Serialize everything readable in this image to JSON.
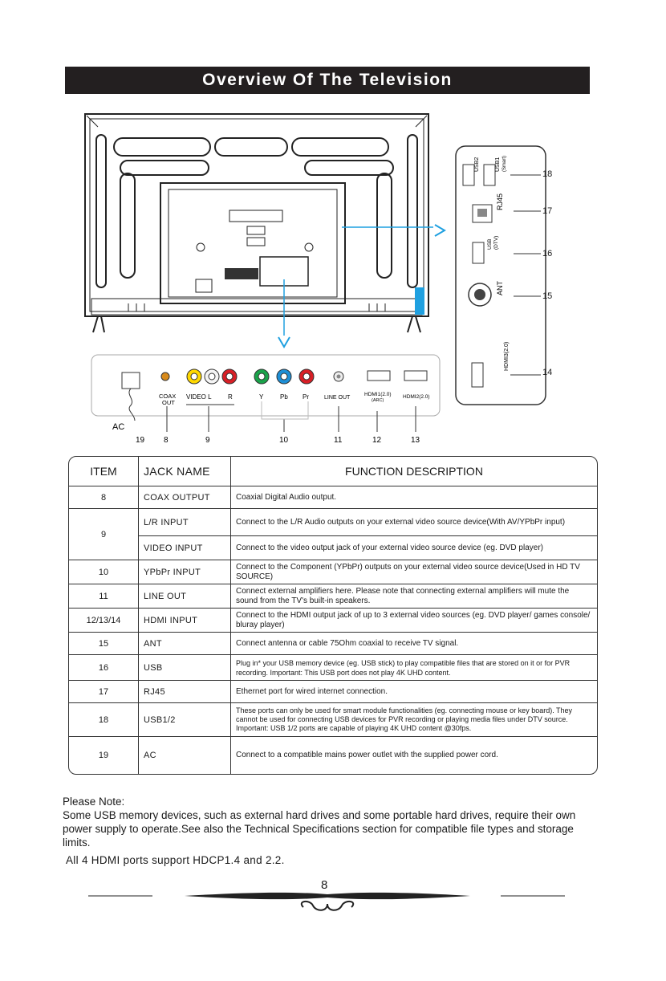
{
  "title": "Overview Of The Television",
  "side_panel": {
    "usb2": "USB2",
    "usb1": "USB1",
    "usb1_sub": "(Smart)",
    "rj45": "RJ45",
    "usb_dtv": "USB",
    "usb_dtv_sub": "(DTV)",
    "ant": "ANT",
    "hdmi3": "HDMI3(2.0)",
    "callouts": [
      "18",
      "17",
      "16",
      "15",
      "14"
    ]
  },
  "bottom_panel": {
    "coax": "COAX",
    "coax_sub": "OUT",
    "video_l": "VIDEO  L",
    "r": "R",
    "y": "Y",
    "pb": "Pb",
    "pr": "Pr",
    "line_out": "LINE OUT",
    "hdmi1": "HDMI1(2.0)",
    "hdmi1_sub": "(ARC)",
    "hdmi2": "HDMI2(2.0)",
    "ac": "AC",
    "callouts": [
      "19",
      "8",
      "9",
      "10",
      "11",
      "12",
      "13"
    ]
  },
  "table": {
    "headers": [
      "ITEM",
      "JACK NAME",
      "FUNCTION DESCRIPTION"
    ],
    "rows": [
      {
        "item": "8",
        "jack": "COAX OUTPUT",
        "desc": "Coaxial Digital Audio output."
      },
      {
        "item": "9",
        "jack": "L/R INPUT",
        "desc": "Connect to the L/R Audio outputs on your external video source device(With AV/YPbPr input)"
      },
      {
        "item": "",
        "jack": "VIDEO  INPUT",
        "desc": "Connect to the video output jack of your external video source device (eg. DVD player)"
      },
      {
        "item": "10",
        "jack": "YPbPr INPUT",
        "desc": "Connect to the Component (YPbPr) outputs on your external video source device(Used in HD TV SOURCE)"
      },
      {
        "item": "11",
        "jack": "LINE OUT",
        "desc": "Connect external amplifiers here. Please note that connecting external amplifiers will mute the sound from the TV's built-in speakers."
      },
      {
        "item": "12/13/14",
        "jack": "HDMI INPUT",
        "desc": "Connect to the HDMI output jack of up to 3 external video sources (eg. DVD player/ games console/ bluray player)"
      },
      {
        "item": "15",
        "jack": "ANT",
        "desc": "Connect antenna or cable 75Ohm coaxial to receive TV signal."
      },
      {
        "item": "16",
        "jack": "USB",
        "desc": "Plug in* your USB memory device (eg. USB stick) to play compatible files that are stored on it or for PVR recording. Important: This USB port does not play 4K UHD content."
      },
      {
        "item": "17",
        "jack": "RJ45",
        "desc": "Ethernet port for wired internet connection."
      },
      {
        "item": "18",
        "jack": "USB1/2",
        "desc": "These ports can only be used for smart module functionalities (eg. connecting mouse or key board). They cannot be used for connecting USB devices for PVR recording or playing media files under DTV source. Important: USB 1/2 ports are capable of playing 4K UHD content @30fps."
      },
      {
        "item": "19",
        "jack": "AC",
        "desc": "Connect to a compatible mains power outlet with the supplied power cord."
      }
    ]
  },
  "note": {
    "heading": "Please Note:",
    "body": "Some USB memory devices, such as external hard drives and some portable hard drives, require their own power supply to operate.See also the Technical Specifications section for compatible file types and storage limits.",
    "hdcp": "All 4 HDMI ports support HDCP1.4 and 2.2."
  },
  "page_number": "8"
}
